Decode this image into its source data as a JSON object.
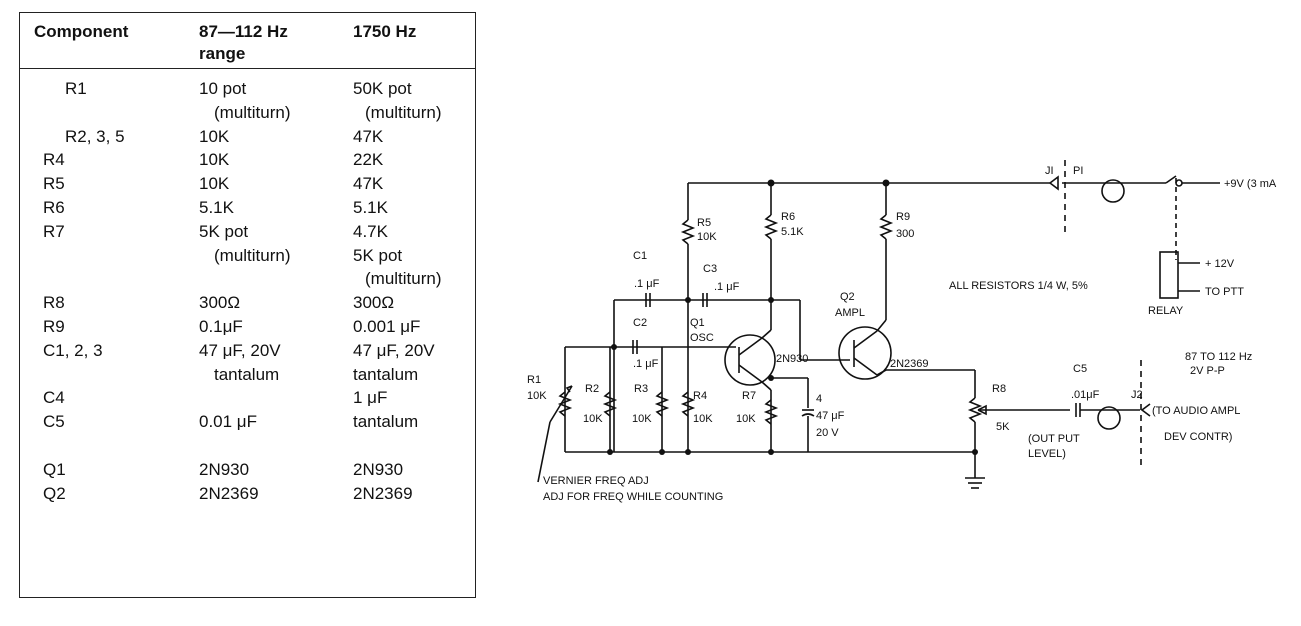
{
  "table": {
    "headers": [
      "Component",
      "87—112 Hz",
      "1750 Hz"
    ],
    "header_sub": "range",
    "rows": [
      {
        "comp": "R1",
        "a": [
          "10 pot",
          "(multiturn)"
        ],
        "b": [
          "50K pot",
          "(multiturn)"
        ]
      },
      {
        "comp": "R2, 3, 5",
        "a": [
          "10K"
        ],
        "b": [
          "47K"
        ]
      },
      {
        "comp": "R4",
        "a": [
          "10K"
        ],
        "b": [
          "22K"
        ]
      },
      {
        "comp": "R5",
        "a": [
          "10K"
        ],
        "b": [
          "47K"
        ]
      },
      {
        "comp": "R6",
        "a": [
          "5.1K"
        ],
        "b": [
          "5.1K"
        ]
      },
      {
        "comp": "R7",
        "a": [
          "5K pot",
          "(multiturn)"
        ],
        "b": [
          "4.7K",
          "5K pot",
          "(multiturn)"
        ]
      },
      {
        "comp": "R8",
        "a": [
          "300Ω"
        ],
        "b": [
          "300Ω"
        ]
      },
      {
        "comp": "R9",
        "a": [
          "0.1μF"
        ],
        "b": [
          "0.001 μF"
        ]
      },
      {
        "comp": "C1, 2, 3",
        "a": [
          "47 μF, 20V",
          "tantalum"
        ],
        "b": [
          "47 μF, 20V",
          "tantalum"
        ]
      },
      {
        "comp": "C4",
        "a": [
          ""
        ],
        "b": [
          "1 μF"
        ]
      },
      {
        "comp": "C5",
        "a": [
          "0.01 μF"
        ],
        "b": [
          "tantalum"
        ]
      },
      {
        "comp": "Q1",
        "a": [
          "2N930"
        ],
        "b": [
          "2N930"
        ]
      },
      {
        "comp": "Q2",
        "a": [
          "2N2369"
        ],
        "b": [
          "2N2369"
        ]
      }
    ]
  },
  "schematic": {
    "labels": {
      "J1": "JI",
      "P1": "PI",
      "supply": "+9V (3 mA",
      "r5": "R5",
      "r5v": "10K",
      "r6": "R6",
      "r6v": "5.1K",
      "r9": "R9",
      "r9v": "300",
      "c1": "C1",
      "c1v": ".1 μF",
      "c3": "C3",
      "c3v": ".1 μF",
      "c2": "C2",
      "c2v": ".1 μF",
      "q1": "Q1",
      "q1b": "OSC",
      "q1p": "2N930",
      "q2": "Q2",
      "q2b": "AMPL",
      "q2p": "2N2369",
      "r1": "R1",
      "r1v": "10K",
      "r2": "R2",
      "r2v": "10K",
      "r3": "R3",
      "r3v": "10K",
      "r4": "R4",
      "r4v": "10K",
      "r7": "R7",
      "r7v": "10K",
      "c4": "4",
      "c4v": "47 μF",
      "c4v2": "20 V",
      "r8": "R8",
      "r8v": "5K",
      "c5": "C5",
      "c5v": ".01μF",
      "outlevel": "(OUT PUT",
      "outlevel2": "LEVEL)",
      "j2": "J2",
      "audio": "(TO AUDIO AMPL",
      "audio2": "DEV CONTR)",
      "freq": "87 TO 112 Hz",
      "pp": "2V P-P",
      "allres": "ALL RESISTORS 1/4 W, 5%",
      "relay": "RELAY",
      "plus12": "+ 12V",
      "toptt": "TO PTT",
      "vernier": "VERNIER FREQ ADJ",
      "vernier2": "ADJ FOR FREQ WHILE COUNTING"
    }
  }
}
